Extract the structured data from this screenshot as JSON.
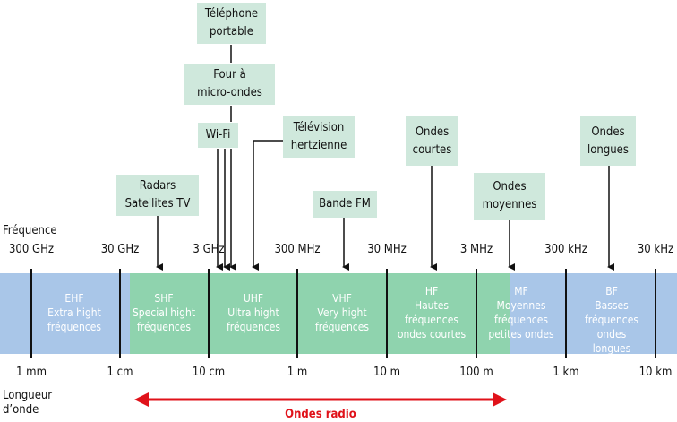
{
  "axis": {
    "frequency_label": "Fréquence",
    "wavelength_label": "Longueur\nd’onde",
    "frequency_ticks": [
      "300 GHz",
      "30 GHz",
      "3 GHz",
      "300 MHz",
      "30 MHz",
      "3 MHz",
      "300 kHz",
      "30 kHz"
    ],
    "wavelength_ticks": [
      "1 mm",
      "1 cm",
      "10 cm",
      "1 m",
      "10 m",
      "100 m",
      "1 km",
      "10 km"
    ]
  },
  "bands": [
    {
      "abbr": "EHF",
      "name": "Extra hight\nfréquences"
    },
    {
      "abbr": "SHF",
      "name": "Special hight\nfréquences"
    },
    {
      "abbr": "UHF",
      "name": "Ultra hight\nfréquences"
    },
    {
      "abbr": "VHF",
      "name": "Very hight\nfréquences"
    },
    {
      "abbr": "HF",
      "name": "Hautes\nfréquences\nondes courtes"
    },
    {
      "abbr": "MF",
      "name": "Moyennes\nfréquences\npetites ondes"
    },
    {
      "abbr": "BF",
      "name": "Basses\nfréquences\nondes longues"
    }
  ],
  "applications": {
    "telephone": "Téléphone\nportable",
    "four": "Four à\nmicro-ondes",
    "wifi": "Wi-Fi",
    "television": "Télévision\nhertzienne",
    "radars": "Radars\nSatellites TV",
    "bande_fm": "Bande FM",
    "ondes_courtes": "Ondes\ncourtes",
    "ondes_moyennes": "Ondes\nmoyennes",
    "ondes_longues": "Ondes\nlongues"
  },
  "radio_waves_label": "Ondes radio",
  "colors": {
    "blue_band": "#a9c6e8",
    "green_band": "#8fd3ae",
    "green_box": "#cfe8dc",
    "radio_arrow": "#e0121a"
  }
}
